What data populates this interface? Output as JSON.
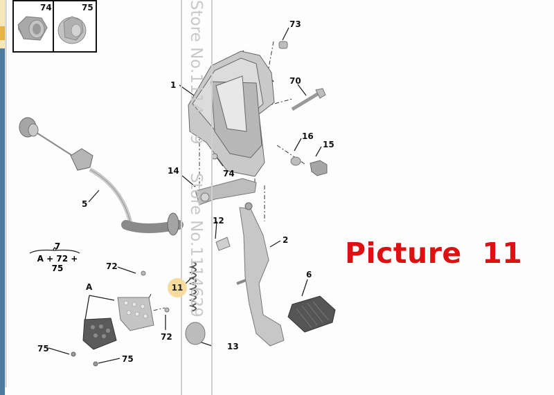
{
  "diagram": {
    "title": "Picture  11",
    "title_color": "#dd1111",
    "watermark": "Store No.1114629",
    "inset_parts": [
      {
        "id": "74",
        "name": "nut"
      },
      {
        "id": "75",
        "name": "flange-nut"
      }
    ],
    "kit": {
      "number": "7",
      "formula": "A + 72 + 75"
    },
    "highlight": {
      "label": "11",
      "color": "#f7dca0"
    },
    "callouts": {
      "c1": "1",
      "c2": "2",
      "c5": "5",
      "c6": "6",
      "c12": "12",
      "c13": "13",
      "c14": "14",
      "c15": "15",
      "c16": "16",
      "c70": "70",
      "c73": "73",
      "c74": "74",
      "cA": "A",
      "c72a": "72",
      "c72b": "72",
      "c75a": "75",
      "c75b": "75"
    }
  }
}
